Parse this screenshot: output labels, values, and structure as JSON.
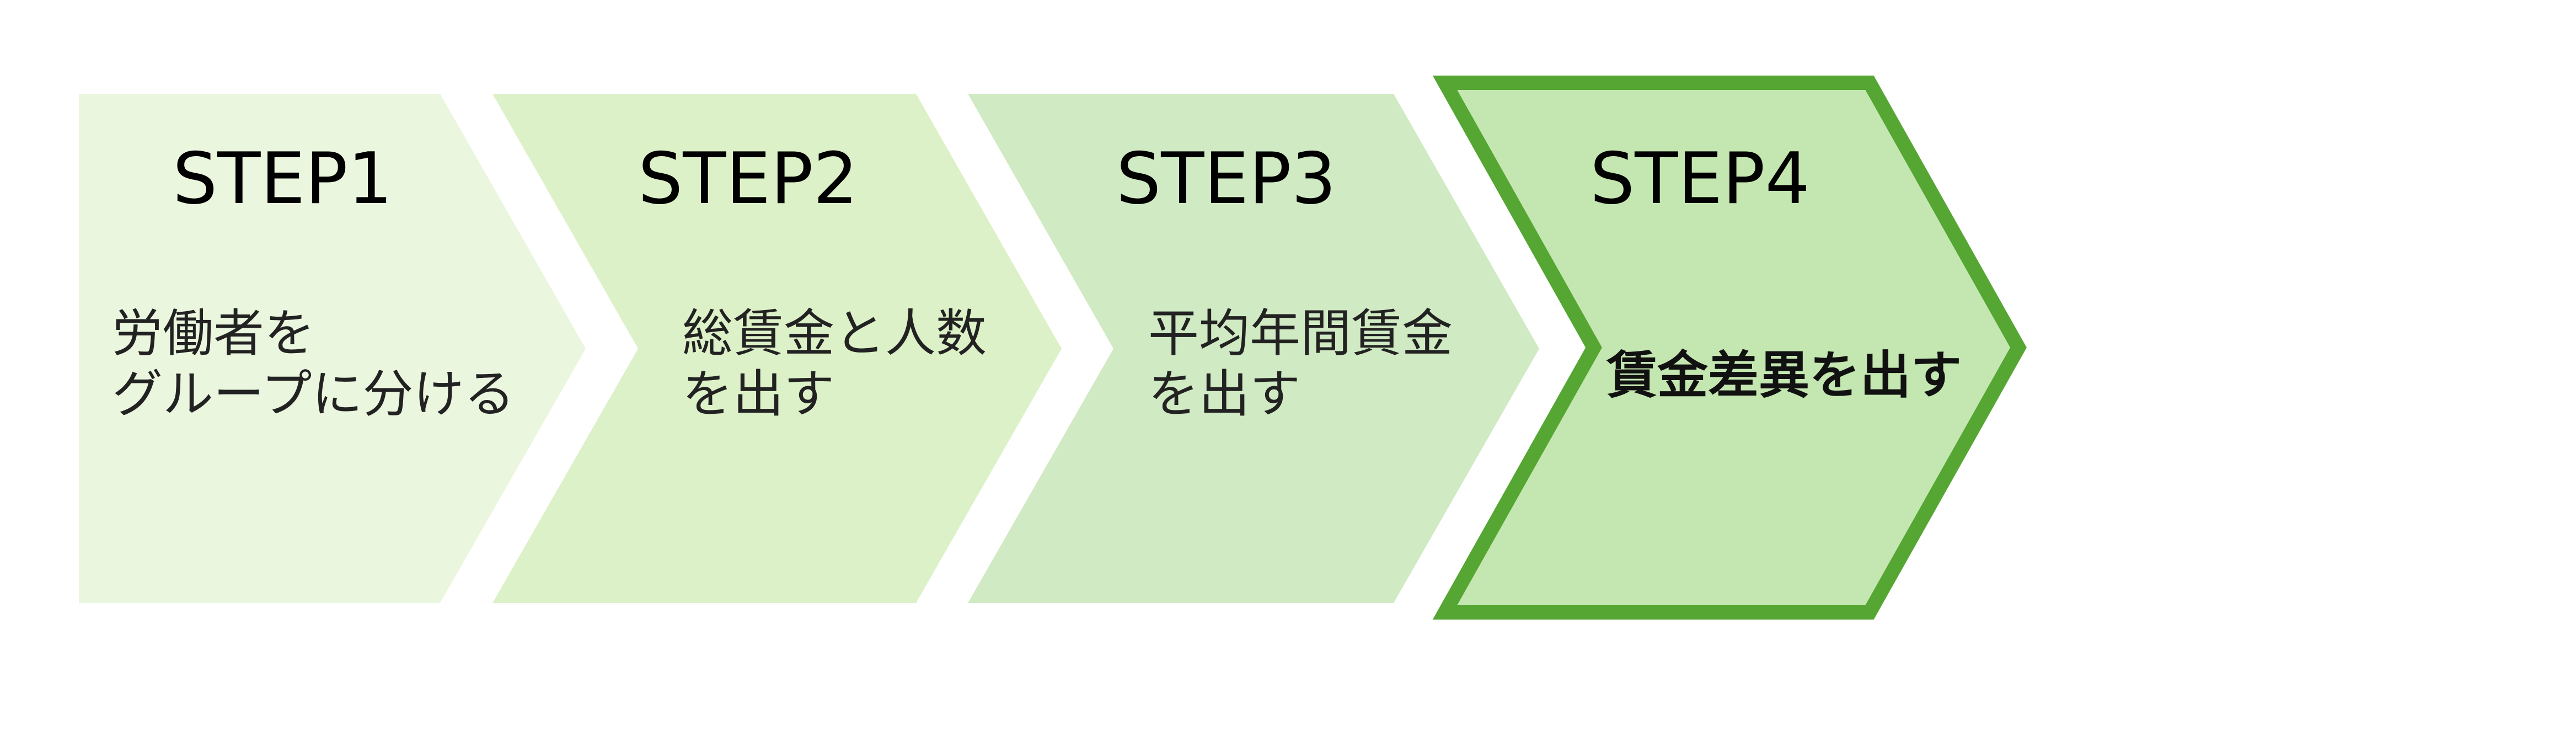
{
  "steps": [
    {
      "title": "STEP1",
      "lines": [
        "労働者を",
        "グループに分ける"
      ],
      "fill": "#ebf6df",
      "highlight": false
    },
    {
      "title": "STEP2",
      "lines": [
        "総賃金と人数",
        "を出す"
      ],
      "fill": "#ddf1c8",
      "highlight": false
    },
    {
      "title": "STEP3",
      "lines": [
        "平均年間賃金",
        "を出す"
      ],
      "fill": "#d0eac3",
      "highlight": false
    },
    {
      "title": "STEP4",
      "lines": [
        "賃金差異を出す"
      ],
      "fill": "#c4e6b0",
      "highlight": true,
      "border_color": "#55a632"
    }
  ]
}
